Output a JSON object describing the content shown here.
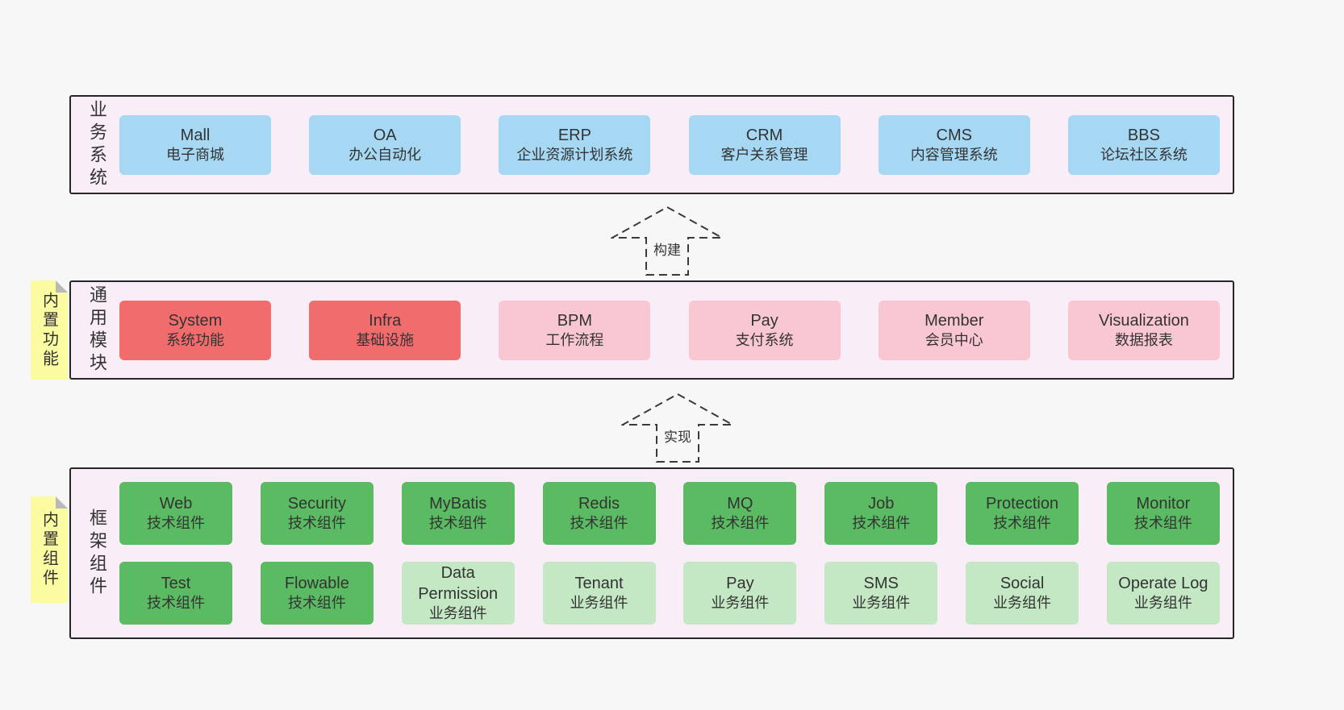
{
  "colors": {
    "page_bg": "#f7f7f7",
    "container_bg": "#f9eef8",
    "container_border": "#262626",
    "box_blue": "#a6d8f4",
    "box_red": "#f16c6c",
    "box_pink": "#f9c7d1",
    "box_green": "#5bbb63",
    "box_green_light": "#c4e8c4",
    "note_yellow": "#fbfba2",
    "text": "#333333"
  },
  "arrows": {
    "build": "构建",
    "implement": "实现"
  },
  "notes": {
    "features": "内置功能",
    "components": "内置组件"
  },
  "sections": {
    "business": {
      "label": "业务系统",
      "items": [
        {
          "title": "Mall",
          "subtitle": "电子商城"
        },
        {
          "title": "OA",
          "subtitle": "办公自动化"
        },
        {
          "title": "ERP",
          "subtitle": "企业资源计划系统"
        },
        {
          "title": "CRM",
          "subtitle": "客户关系管理"
        },
        {
          "title": "CMS",
          "subtitle": "内容管理系统"
        },
        {
          "title": "BBS",
          "subtitle": "论坛社区系统"
        }
      ]
    },
    "modules": {
      "label": "通用模块",
      "items": [
        {
          "title": "System",
          "subtitle": "系统功能"
        },
        {
          "title": "Infra",
          "subtitle": "基础设施"
        },
        {
          "title": "BPM",
          "subtitle": "工作流程"
        },
        {
          "title": "Pay",
          "subtitle": "支付系统"
        },
        {
          "title": "Member",
          "subtitle": "会员中心"
        },
        {
          "title": "Visualization",
          "subtitle": "数据报表"
        }
      ]
    },
    "framework": {
      "label": "框架组件",
      "row1": [
        {
          "title": "Web",
          "subtitle": "技术组件"
        },
        {
          "title": "Security",
          "subtitle": "技术组件"
        },
        {
          "title": "MyBatis",
          "subtitle": "技术组件"
        },
        {
          "title": "Redis",
          "subtitle": "技术组件"
        },
        {
          "title": "MQ",
          "subtitle": "技术组件"
        },
        {
          "title": "Job",
          "subtitle": "技术组件"
        },
        {
          "title": "Protection",
          "subtitle": "技术组件"
        },
        {
          "title": "Monitor",
          "subtitle": "技术组件"
        }
      ],
      "row2": [
        {
          "title": "Test",
          "subtitle": "技术组件"
        },
        {
          "title": "Flowable",
          "subtitle": "技术组件"
        },
        {
          "title": "Data Permission",
          "subtitle": "业务组件"
        },
        {
          "title": "Tenant",
          "subtitle": "业务组件"
        },
        {
          "title": "Pay",
          "subtitle": "业务组件"
        },
        {
          "title": "SMS",
          "subtitle": "业务组件"
        },
        {
          "title": "Social",
          "subtitle": "业务组件"
        },
        {
          "title": "Operate Log",
          "subtitle": "业务组件"
        }
      ]
    }
  }
}
